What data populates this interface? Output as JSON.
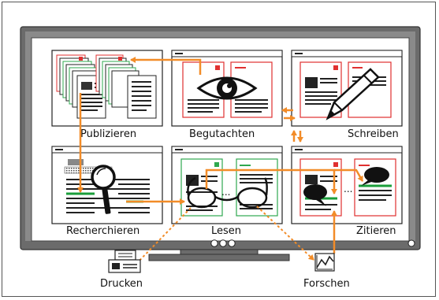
{
  "diagram": {
    "panels": {
      "publizieren": "Publizieren",
      "begutachten": "Begutachten",
      "schreiben": "Schreiben",
      "recherchieren": "Recherchieren",
      "lesen": "Lesen",
      "zitieren": "Zitieren"
    },
    "outside": {
      "drucken": "Drucken",
      "forschen": "Forschen"
    },
    "ellipsis": "...",
    "colors": {
      "arrow": "#f28c28",
      "doc_border_red": "#e03030",
      "doc_border_green": "#2fa84f",
      "highlight_green": "#1a9e3a",
      "highlight_gray": "#888888",
      "monitor_frame": "#6b6b6b",
      "screen_bg": "#ffffff"
    }
  }
}
